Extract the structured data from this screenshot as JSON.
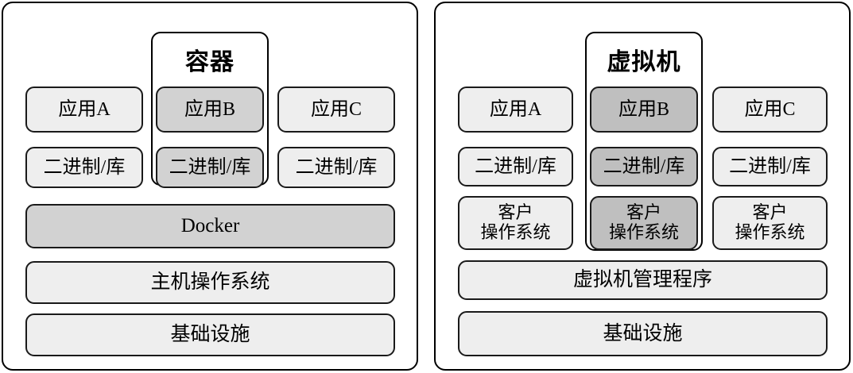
{
  "diagram": {
    "title_semantic": "docker-container-vs-virtual-machine-architecture",
    "colors": {
      "stroke": "#000000",
      "fill_light": "#eeeeee",
      "fill_mid": "#d2d2d2",
      "fill_dark": "#bfbfbf",
      "background": "#ffffff"
    }
  },
  "left_panel": {
    "highlight_label": "容器",
    "app_row": [
      {
        "label": "应用A",
        "fill": "light"
      },
      {
        "label": "应用B",
        "fill": "mid"
      },
      {
        "label": "应用C",
        "fill": "light"
      }
    ],
    "bins_row": [
      {
        "label": "二进制/库",
        "fill": "light"
      },
      {
        "label": "二进制/库",
        "fill": "mid"
      },
      {
        "label": "二进制/库",
        "fill": "light"
      }
    ],
    "engine_row": {
      "label": "Docker",
      "fill": "mid"
    },
    "os_row": {
      "label": "主机操作系统",
      "fill": "light"
    },
    "infra_row": {
      "label": "基础设施",
      "fill": "light"
    }
  },
  "right_panel": {
    "highlight_label": "虚拟机",
    "app_row": [
      {
        "label": "应用A",
        "fill": "light"
      },
      {
        "label": "应用B",
        "fill": "dark"
      },
      {
        "label": "应用C",
        "fill": "light"
      }
    ],
    "bins_row": [
      {
        "label": "二进制/库",
        "fill": "light"
      },
      {
        "label": "二进制/库",
        "fill": "dark"
      },
      {
        "label": "二进制/库",
        "fill": "light"
      }
    ],
    "guest_os_row": [
      {
        "label": "客户\n操作系统",
        "fill": "light"
      },
      {
        "label": "客户\n操作系统",
        "fill": "dark"
      },
      {
        "label": "客户\n操作系统",
        "fill": "light"
      }
    ],
    "hypervisor_row": {
      "label": "虚拟机管理程序",
      "fill": "light"
    },
    "infra_row": {
      "label": "基础设施",
      "fill": "light"
    }
  }
}
